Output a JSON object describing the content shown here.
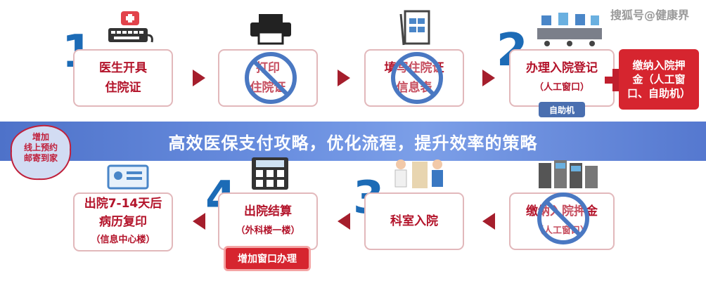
{
  "watermark": "搜狐号@健康界",
  "banner_title": "高效医保支付攻略，优化流程，提升效率的策略",
  "step_numbers": [
    "1",
    "2",
    "3",
    "4"
  ],
  "top_row": [
    {
      "line1": "医生开具",
      "line2": "住院证"
    },
    {
      "line1": "打印",
      "line2": "住院证"
    },
    {
      "line1": "填写住院证",
      "line2": "信息表"
    },
    {
      "line1": "办理入院登记",
      "line2": "（人工窗口）"
    }
  ],
  "bottom_row": [
    {
      "line1": "缴纳入院押金",
      "line2": "（人工窗口）"
    },
    {
      "line1": "科室入院",
      "line2": ""
    },
    {
      "line1": "出院结算",
      "line2": "（外科楼一楼）"
    },
    {
      "line1": "出院7-14天后",
      "line2": "病历复印",
      "line3": "（信息中心楼）"
    }
  ],
  "deposit_box": {
    "line1": "缴纳入院押",
    "line2": "金（人工窗",
    "line3": "口、自助机）"
  },
  "self_service_pill": "自助机",
  "add_window_box": "增加窗口办理",
  "mail_blob": {
    "line1": "增加",
    "line2": "线上预约",
    "line3": "邮寄到家"
  },
  "colors": {
    "accent_red": "#d6252f",
    "step_blue": "#1c6bb6",
    "arrow_red": "#a51e2c",
    "banner": "#6a8fe0"
  }
}
